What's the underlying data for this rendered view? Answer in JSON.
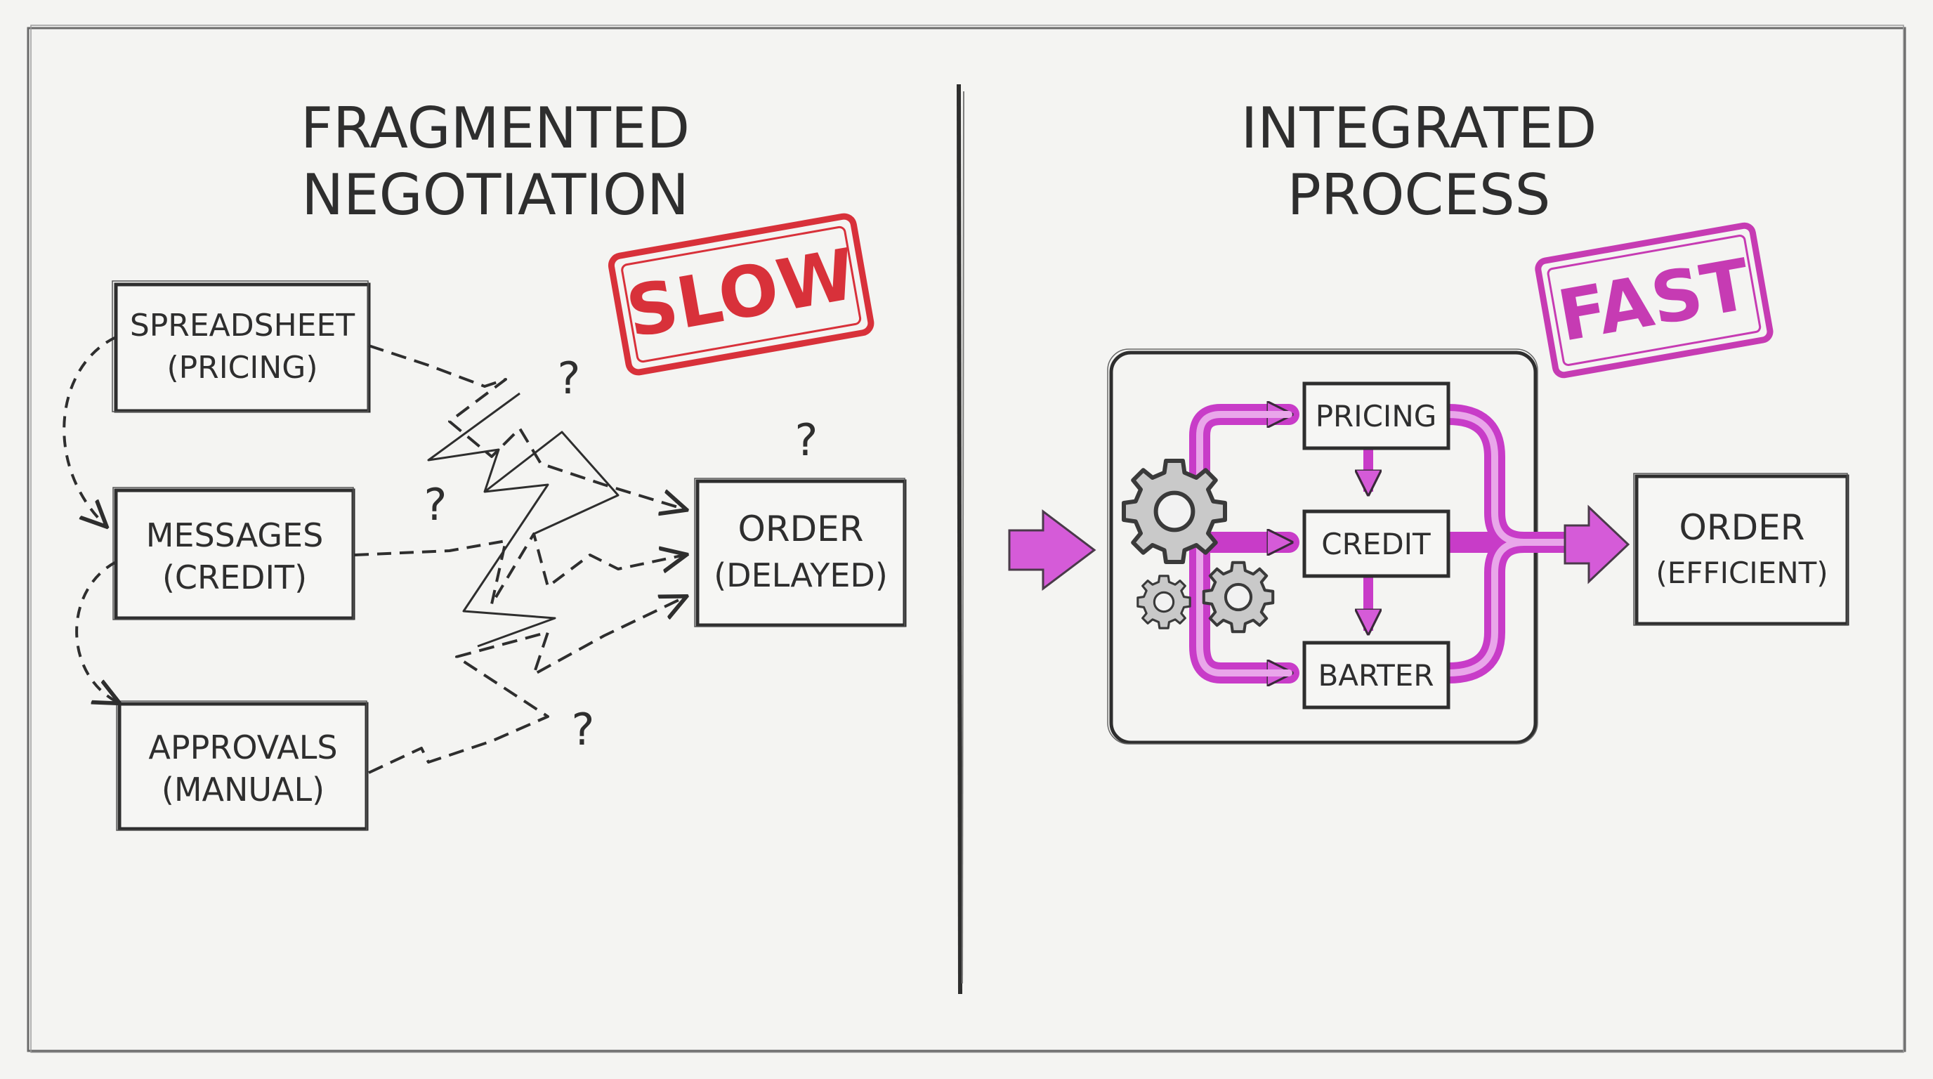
{
  "left_panel": {
    "title_line1": "FRAGMENTED",
    "title_line2": "NEGOTIATION",
    "stamp": "SLOW",
    "boxes": [
      {
        "line1": "SPREADSHEET",
        "line2": "(PRICING)"
      },
      {
        "line1": "MESSAGES",
        "line2": "(CREDIT)"
      },
      {
        "line1": "APPROVALS",
        "line2": "(MANUAL)"
      }
    ],
    "order": {
      "line1": "ORDER",
      "line2": "(DELAYED)"
    },
    "question_mark": "?"
  },
  "right_panel": {
    "title_line1": "INTEGRATED",
    "title_line2": "PROCESS",
    "stamp": "FAST",
    "steps": [
      "PRICING",
      "CREDIT",
      "BARTER"
    ],
    "order": {
      "line1": "ORDER",
      "line2": "(EFFICIENT)"
    }
  },
  "colors": {
    "ink": "#2e2e2e",
    "slow_stamp": "#d8313a",
    "fast_stamp": "#c63bb3",
    "flow_accent": "#c83cc8",
    "flow_fill": "#df7fe3"
  }
}
